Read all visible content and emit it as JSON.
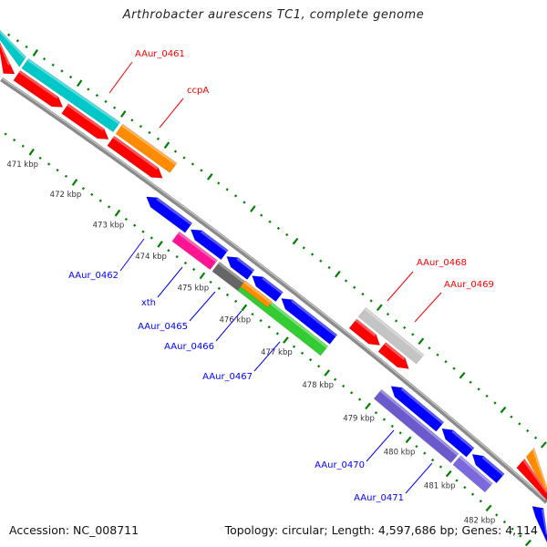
{
  "title": "Arthrobacter aurescens TC1, complete genome",
  "footer": {
    "accession": "Accession: NC_008711",
    "summary": "Topology: circular; Length: 4,597,686 bp; Genes: 4,114"
  },
  "colors": {
    "backbone": "#8a8a8a",
    "ticks": "#008000",
    "label_forward": "#ff0000",
    "label_reverse": "#0000ff"
  },
  "tick_labels": [
    "471 kbp",
    "472 kbp",
    "473 kbp",
    "474 kbp",
    "475 kbp",
    "476 kbp",
    "477 kbp",
    "478 kbp",
    "479 kbp",
    "480 kbp",
    "481 kbp",
    "482 kbp"
  ],
  "tick_values_kbp": [
    471,
    472,
    473,
    474,
    475,
    476,
    477,
    478,
    479,
    480,
    481,
    482
  ],
  "features": [
    {
      "start": 469.0,
      "end": 469.9,
      "track": 2,
      "strand": "none",
      "color": "#00c8c8"
    },
    {
      "start": 469.95,
      "end": 472.04,
      "track": 2,
      "strand": "none",
      "color": "#00c8c8"
    },
    {
      "start": 472.1,
      "end": 473.35,
      "track": 2,
      "strand": "none",
      "color": "#ff8c00"
    },
    {
      "start": 477.8,
      "end": 479.2,
      "track": 2,
      "strand": "none",
      "color": "#c4c4c4"
    },
    {
      "start": 481.9,
      "end": 483.0,
      "track": 2,
      "strand": "none",
      "color": "#ff8c00"
    },
    {
      "start": 469.0,
      "end": 469.9,
      "track": 1,
      "strand": "forward",
      "color": "#ff0000"
    },
    {
      "start": 469.95,
      "end": 471.0,
      "track": 1,
      "strand": "forward",
      "color": "#ff0000"
    },
    {
      "start": 471.05,
      "end": 472.05,
      "track": 1,
      "strand": "forward",
      "color": "#ff0000"
    },
    {
      "start": 472.1,
      "end": 473.3,
      "track": 1,
      "strand": "forward",
      "color": "#ff0000"
    },
    {
      "start": 477.8,
      "end": 478.45,
      "track": 1,
      "strand": "forward",
      "color": "#ff0000"
    },
    {
      "start": 478.5,
      "end": 479.15,
      "track": 1,
      "strand": "forward",
      "color": "#ff0000"
    },
    {
      "start": 481.9,
      "end": 483.0,
      "track": 1,
      "strand": "forward",
      "color": "#ff0000"
    },
    {
      "start": 473.26,
      "end": 474.25,
      "track": -1,
      "strand": "reverse",
      "color": "#0000ff"
    },
    {
      "start": 474.3,
      "end": 475.1,
      "track": -1,
      "strand": "reverse",
      "color": "#0000ff"
    },
    {
      "start": 475.15,
      "end": 475.72,
      "track": -1,
      "strand": "reverse",
      "color": "#0000ff"
    },
    {
      "start": 475.75,
      "end": 476.4,
      "track": -1,
      "strand": "reverse",
      "color": "#0000ff"
    },
    {
      "start": 476.45,
      "end": 477.7,
      "track": -1,
      "strand": "reverse",
      "color": "#0000ff"
    },
    {
      "start": 479.1,
      "end": 480.3,
      "track": -1,
      "strand": "reverse",
      "color": "#0000ff"
    },
    {
      "start": 480.35,
      "end": 481.05,
      "track": -1,
      "strand": "reverse",
      "color": "#0000ff"
    },
    {
      "start": 481.1,
      "end": 481.8,
      "track": -1,
      "strand": "reverse",
      "color": "#0000ff"
    },
    {
      "start": 482.6,
      "end": 483.5,
      "track": -1,
      "strand": "reverse",
      "color": "#0000ff"
    },
    {
      "start": 474.15,
      "end": 475.05,
      "track": -2,
      "strand": "none",
      "color": "#ff1493"
    },
    {
      "start": 475.1,
      "end": 475.75,
      "track": -2,
      "strand": "none",
      "color": "#666666"
    },
    {
      "start": 475.7,
      "end": 477.7,
      "track": -2,
      "strand": "none",
      "color": "#33cc33"
    },
    {
      "start": 475.7,
      "end": 476.35,
      "track": -2,
      "strand": "thin",
      "color": "#ff8c00"
    },
    {
      "start": 479.0,
      "end": 480.9,
      "track": -2,
      "strand": "none",
      "color": "#6a5acd"
    },
    {
      "start": 480.95,
      "end": 481.75,
      "track": -2,
      "strand": "none",
      "color": "#7b68dd"
    }
  ],
  "labels": [
    {
      "text": "AAur_0461",
      "strand": "forward"
    },
    {
      "text": "ccpA",
      "strand": "forward"
    },
    {
      "text": "AAur_0468",
      "strand": "forward"
    },
    {
      "text": "AAur_0469",
      "strand": "forward"
    },
    {
      "text": "AAur_0462",
      "strand": "reverse"
    },
    {
      "text": "xth",
      "strand": "reverse"
    },
    {
      "text": "AAur_0465",
      "strand": "reverse"
    },
    {
      "text": "AAur_0466",
      "strand": "reverse"
    },
    {
      "text": "AAur_0467",
      "strand": "reverse"
    },
    {
      "text": "AAur_0470",
      "strand": "reverse"
    },
    {
      "text": "AAur_0471",
      "strand": "reverse"
    }
  ]
}
